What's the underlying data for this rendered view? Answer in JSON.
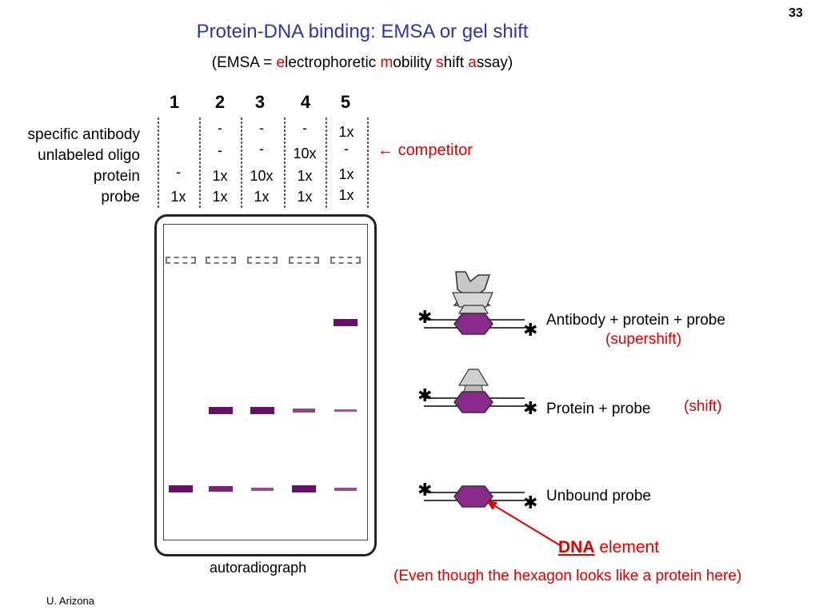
{
  "page_number": "33",
  "title": "Protein-DNA binding: EMSA or gel shift",
  "subtitle": {
    "open": "(EMSA = ",
    "e": "e",
    "lectrophoretic": "lectrophoretic ",
    "m": "m",
    "obility": "obility ",
    "s": "s",
    "hift": "hift ",
    "a": "a",
    "ssay": "ssay)"
  },
  "lanes": [
    "1",
    "2",
    "3",
    "4",
    "5"
  ],
  "rows": {
    "labels": [
      "specific antibody",
      "unlabeled oligo",
      "protein",
      "probe"
    ],
    "cells": [
      [
        "",
        "-",
        "-",
        "-",
        "1x"
      ],
      [
        "",
        "-",
        "-",
        "10x",
        "-"
      ],
      [
        "-",
        "1x",
        "10x",
        "1x",
        "1x"
      ],
      [
        "1x",
        "1x",
        "1x",
        "1x",
        "1x"
      ]
    ]
  },
  "competitor": {
    "arrow": "←",
    "label": "competitor"
  },
  "gel_caption": "autoradiograph",
  "bands": {
    "supershift": [
      0,
      0,
      0,
      0,
      1
    ],
    "shift": [
      0,
      1,
      1,
      0.5,
      0.3
    ],
    "unbound": [
      1,
      0.8,
      0.4,
      1,
      0.4
    ]
  },
  "labels": {
    "antibody": "Antibody + protein + probe",
    "supershift": "(supershift)",
    "protein_probe": "Protein + probe",
    "shift": "(shift)",
    "unbound": "Unbound probe",
    "dna": "DNA",
    "element": " element",
    "note": "(Even though the hexagon looks like a protein here)"
  },
  "footer": "U. Arizona",
  "colors": {
    "title": "#3333aa",
    "accent_red": "#e00000",
    "band": "#6b0f68",
    "hexagon": "#8a2a8a"
  },
  "icons": [
    "asterisk-icon",
    "hexagon-icon",
    "antibody-icon",
    "protein-icon"
  ]
}
